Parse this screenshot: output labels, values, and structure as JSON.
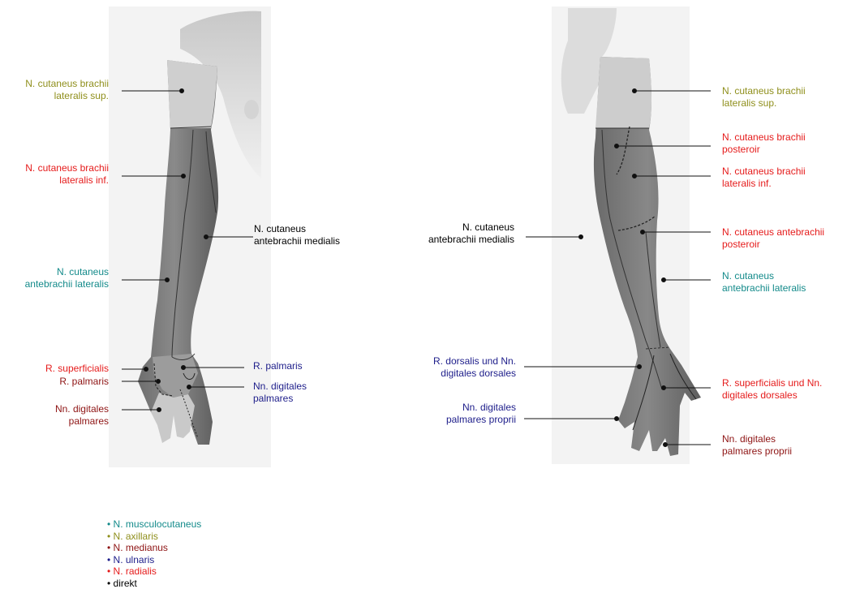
{
  "colors": {
    "musculocutaneus": "#138a8a",
    "axillaris": "#8f8f1c",
    "medianus": "#8e1414",
    "ulnaris": "#1d1d8a",
    "radialis": "#e51b1b",
    "direkt": "#000000"
  },
  "left_figure": {
    "labels": [
      {
        "lines": [
          "N. cutaneus brachii",
          "lateralis sup."
        ],
        "nerve": "axillaris"
      },
      {
        "lines": [
          "N. cutaneus brachii",
          "lateralis inf."
        ],
        "nerve": "radialis"
      },
      {
        "lines": [
          "N. cutaneus",
          "antebrachii medialis"
        ],
        "nerve": "direkt"
      },
      {
        "lines": [
          "N. cutaneus",
          "antebrachii lateralis"
        ],
        "nerve": "musculocutaneus"
      },
      {
        "lines": [
          "R. superficialis"
        ],
        "nerve": "radialis"
      },
      {
        "lines": [
          "R. palmaris"
        ],
        "nerve": "medianus"
      },
      {
        "lines": [
          "R. palmaris"
        ],
        "nerve": "ulnaris"
      },
      {
        "lines": [
          "Nn. digitales",
          "palmares"
        ],
        "nerve": "ulnaris"
      },
      {
        "lines": [
          "Nn. digitales",
          "palmares"
        ],
        "nerve": "medianus"
      }
    ]
  },
  "right_figure": {
    "labels": [
      {
        "lines": [
          "N. cutaneus brachii",
          "lateralis sup."
        ],
        "nerve": "axillaris"
      },
      {
        "lines": [
          "N. cutaneus brachii",
          "posteroir"
        ],
        "nerve": "radialis"
      },
      {
        "lines": [
          "N. cutaneus brachii",
          "lateralis inf."
        ],
        "nerve": "radialis"
      },
      {
        "lines": [
          "N. cutaneus",
          "antebrachii medialis"
        ],
        "nerve": "direkt"
      },
      {
        "lines": [
          "N. cutaneus antebrachii",
          "posteroir"
        ],
        "nerve": "radialis"
      },
      {
        "lines": [
          "N. cutaneus",
          "antebrachii lateralis"
        ],
        "nerve": "musculocutaneus"
      },
      {
        "lines": [
          "R. dorsalis und Nn.",
          "digitales dorsales"
        ],
        "nerve": "ulnaris"
      },
      {
        "lines": [
          "R. superficialis und Nn.",
          "digitales dorsales"
        ],
        "nerve": "radialis"
      },
      {
        "lines": [
          "Nn. digitales",
          "palmares proprii"
        ],
        "nerve": "ulnaris"
      },
      {
        "lines": [
          "Nn. digitales",
          "palmares proprii"
        ],
        "nerve": "medianus"
      }
    ]
  },
  "legend": [
    {
      "label": "N. musculocutaneus",
      "nerve": "musculocutaneus"
    },
    {
      "label": "N. axillaris",
      "nerve": "axillaris"
    },
    {
      "label": "N. medianus",
      "nerve": "medianus"
    },
    {
      "label": "N. ulnaris",
      "nerve": "ulnaris"
    },
    {
      "label": "N. radialis",
      "nerve": "radialis"
    },
    {
      "label": "direkt",
      "nerve": "direkt"
    }
  ]
}
